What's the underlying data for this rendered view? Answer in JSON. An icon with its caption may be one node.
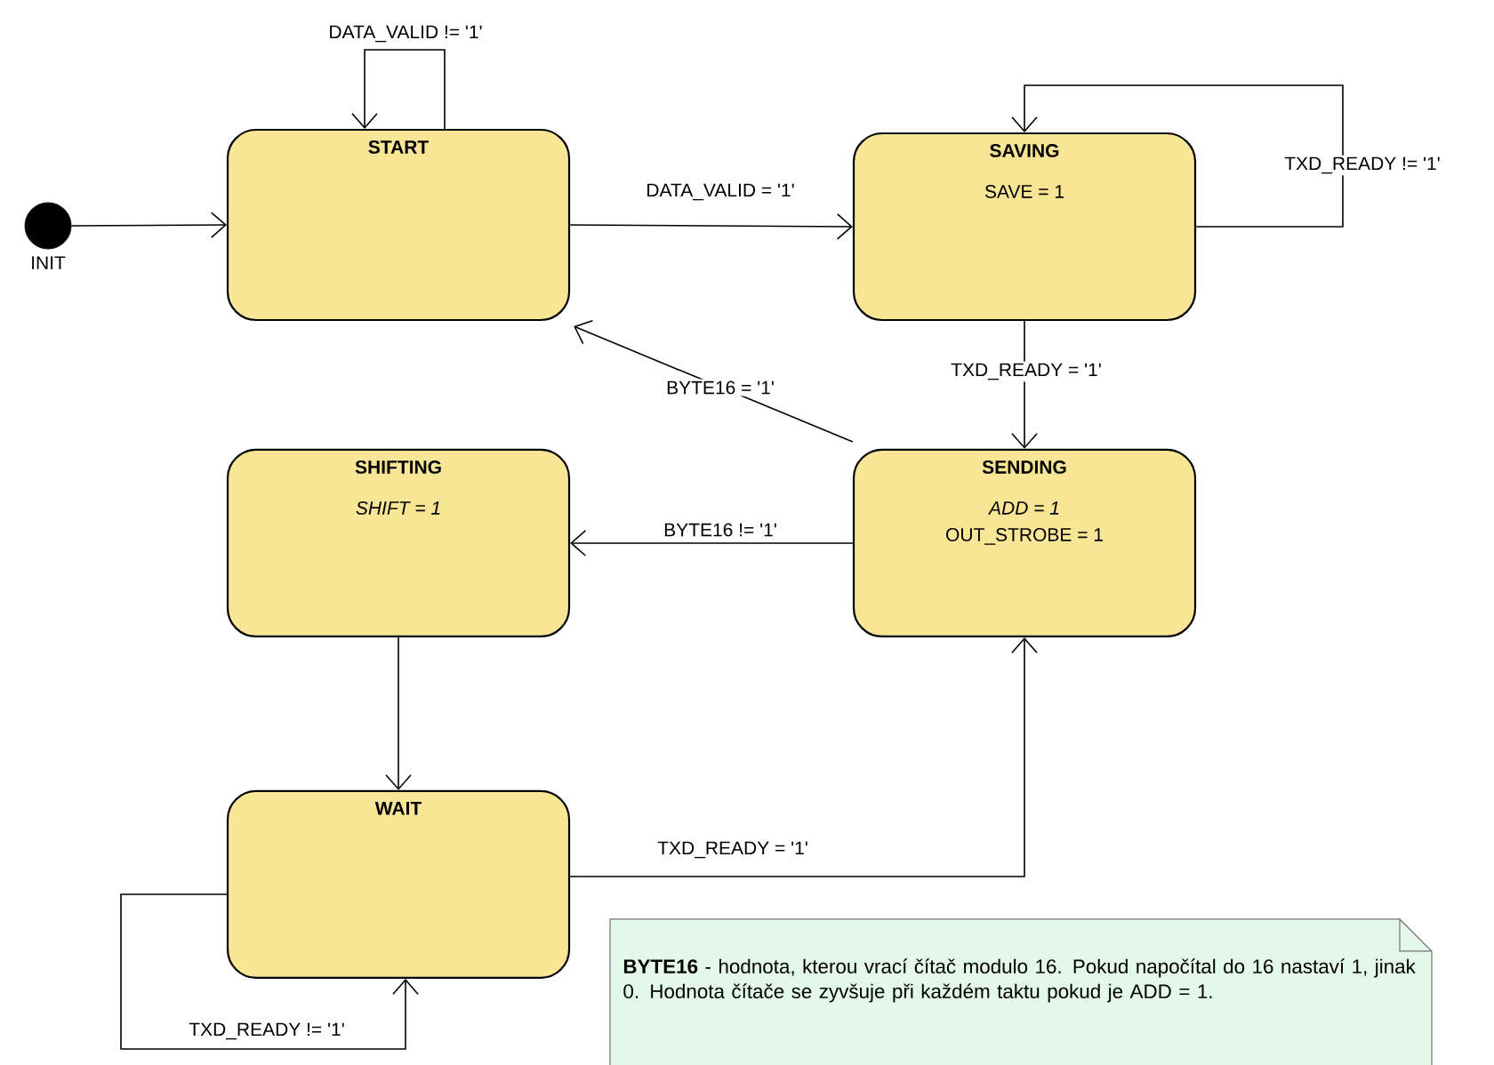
{
  "diagram": {
    "nodes": [
      {
        "text": [],
        "shape": "circle",
        "beside": [
          "INIT"
        ]
      },
      {
        "text": [
          "START"
        ]
      },
      {
        "text": [
          "SAVING",
          "SAVE = 1"
        ]
      },
      {
        "text": [
          "SHIFTING",
          "SHIFT = 1"
        ]
      },
      {
        "text": [
          "SENDING",
          "ADD = 1",
          "OUT_STROBE = 1"
        ]
      },
      {
        "text": [
          "WAIT"
        ]
      },
      {
        "text": [
          "**BYTE16** - hodnota, kterou vrací čítač modulo 16. Pokud napočítal do 16 nastaví 1, jinak 0. Hodnota čítače se zyvšuje při každém taktu pokud je ADD = 1."
        ]
      }
    ],
    "edges": [
      {
        "from": 0,
        "to": 1,
        "arrow": "to"
      },
      {
        "from": 1,
        "to": 1,
        "arrow": "to",
        "label": "DATA_VALID != '1'"
      },
      {
        "from": 1,
        "to": 2,
        "arrow": "to",
        "label": "DATA_VALID = '1'"
      },
      {
        "from": 2,
        "to": 2,
        "arrow": "to",
        "label": "TXD_READY  != '1'"
      },
      {
        "from": 2,
        "to": 4,
        "arrow": "to",
        "label": "TXD_READY = '1'"
      },
      {
        "from": 4,
        "to": 1,
        "arrow": "to",
        "label": "BYTE16 = '1'"
      },
      {
        "from": 4,
        "to": 3,
        "arrow": "to",
        "label": "BYTE16 != '1'"
      },
      {
        "from": 3,
        "to": 5,
        "arrow": "to"
      },
      {
        "from": 5,
        "to": 4,
        "arrow": "to",
        "label": "TXD_READY = '1'"
      },
      {
        "from": 5,
        "to": 5,
        "arrow": "to",
        "label": "TXD_READY != '1'"
      }
    ]
  }
}
